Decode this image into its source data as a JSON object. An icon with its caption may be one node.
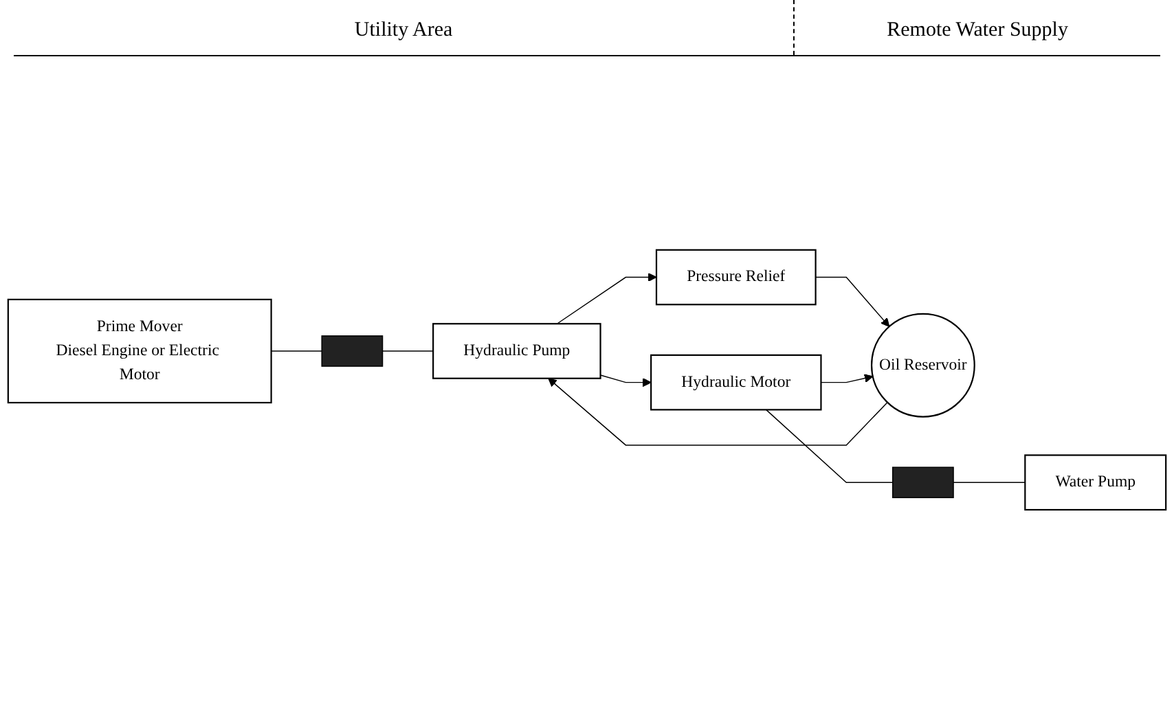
{
  "diagram": {
    "nodes": [
      {
        "text": [
          "Prime Mover",
          "Diesel Engine or Electric Motor"
        ]
      },
      {
        "text": [],
        "shape": "box"
      },
      {
        "text": [
          "Hydraulic Pump"
        ]
      },
      {
        "text": [
          "Pressure Relief"
        ]
      },
      {
        "text": [
          "Oil Reservoir"
        ]
      },
      {
        "text": [
          "Hydraulic Motor"
        ]
      },
      {
        "text": [],
        "shape": "box"
      },
      {
        "text": [
          "Water Pump"
        ]
      }
    ],
    "edges": [
      {
        "from": 0,
        "to": 1,
        "arrow": "none"
      },
      {
        "from": 1,
        "to": 2,
        "arrow": "none"
      },
      {
        "from": 2,
        "to": 5,
        "arrow": "to"
      },
      {
        "from": 2,
        "to": 3,
        "arrow": "to"
      },
      {
        "from": 3,
        "to": 4,
        "arrow": "to"
      },
      {
        "from": 4,
        "to": 2,
        "arrow": "to"
      },
      {
        "from": 5,
        "to": 4,
        "arrow": "to"
      },
      {
        "from": 5,
        "to": 6,
        "arrow": "none"
      },
      {
        "from": 6,
        "to": 7,
        "arrow": "none"
      }
    ],
    "labels": [
      "Utility Area",
      "Remote Water Supply"
    ]
  }
}
